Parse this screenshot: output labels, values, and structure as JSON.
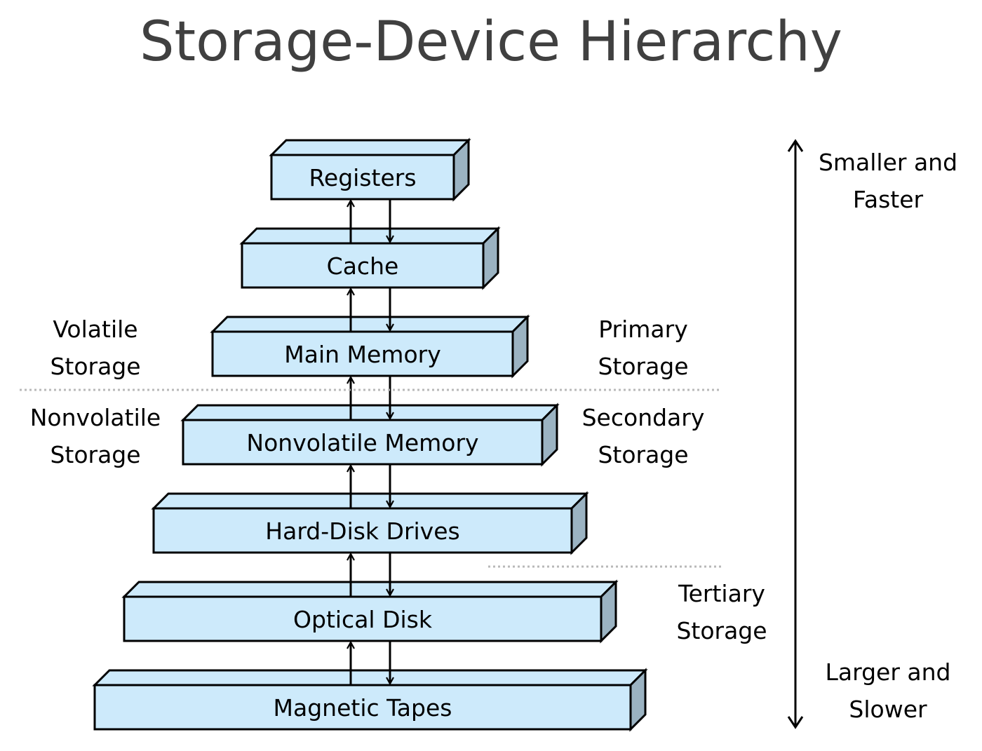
{
  "title": "Storage-Device Hierarchy",
  "levels": [
    {
      "label": "Registers"
    },
    {
      "label": "Cache"
    },
    {
      "label": "Main Memory"
    },
    {
      "label": "Nonvolatile Memory"
    },
    {
      "label": "Hard-Disk Drives"
    },
    {
      "label": "Optical Disk"
    },
    {
      "label": "Magnetic Tapes"
    }
  ],
  "left_labels": {
    "volatile": [
      "Volatile",
      "Storage"
    ],
    "nonvolatile": [
      "Nonvolatile",
      "Storage"
    ]
  },
  "right_labels": {
    "primary": [
      "Primary",
      "Storage"
    ],
    "secondary": [
      "Secondary",
      "Storage"
    ],
    "tertiary": [
      "Tertiary",
      "Storage"
    ]
  },
  "scale": {
    "top": [
      "Smaller and",
      "Faster"
    ],
    "bottom": [
      "Larger and",
      "Slower"
    ]
  },
  "colors": {
    "box_fill": "#cdeafb",
    "box_side": "#9bb3c2",
    "title": "#404040",
    "divider": "#b8b8b8"
  }
}
